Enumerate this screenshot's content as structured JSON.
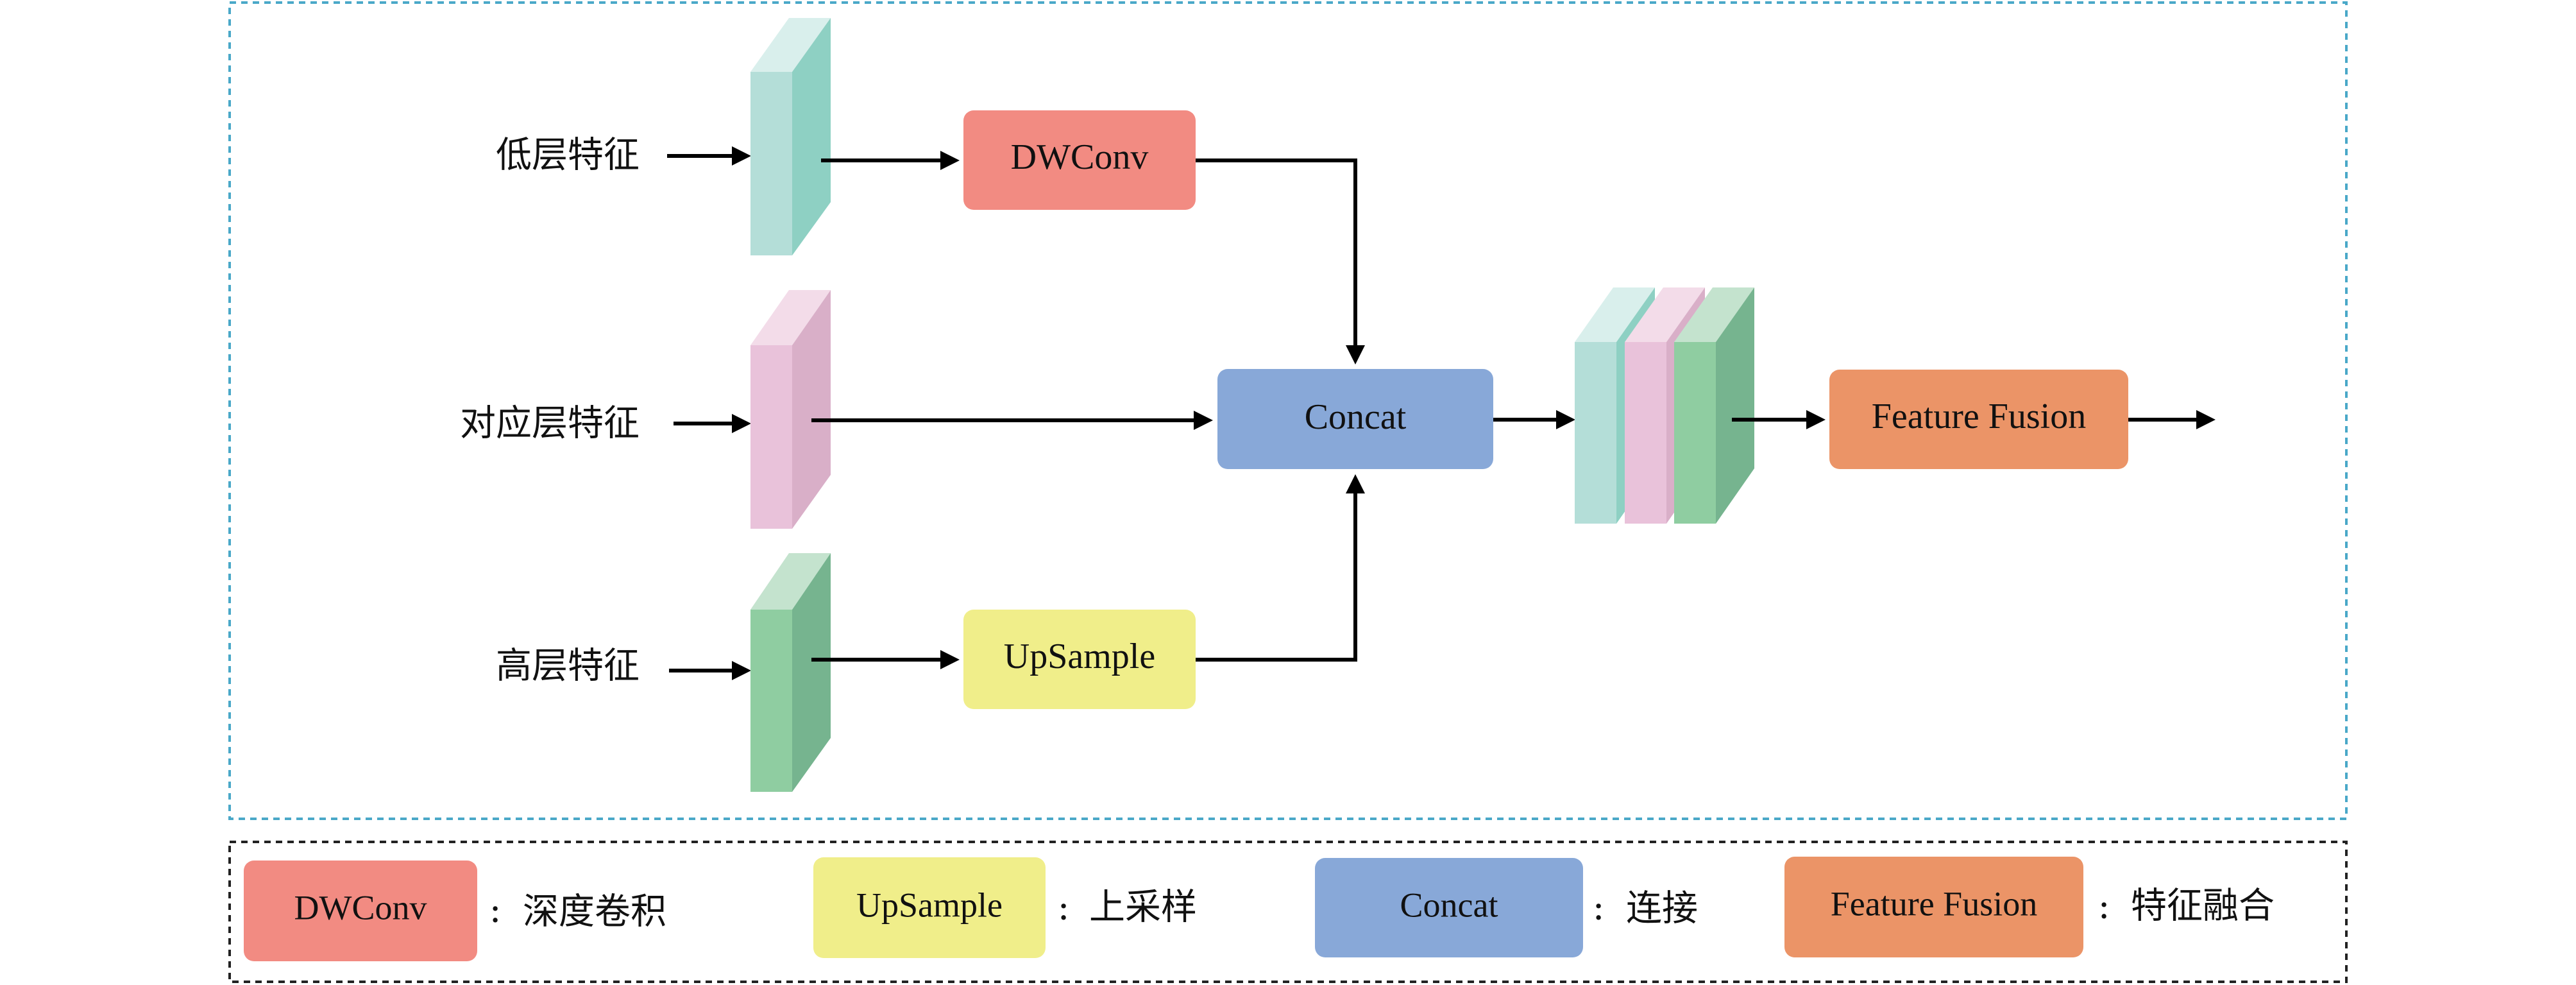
{
  "inputs": {
    "low": "低层特征",
    "corr": "对应层特征",
    "high": "高层特征"
  },
  "blocks": {
    "dwconv": "DWConv",
    "upsample": "UpSample",
    "concat": "Concat",
    "fusion": "Feature Fusion"
  },
  "legend": [
    {
      "box": "DWConv",
      "colon": ":",
      "desc": "深度卷积"
    },
    {
      "box": "UpSample",
      "colon": ":",
      "desc": "上采样"
    },
    {
      "box": "Concat",
      "colon": ":",
      "desc": "连接"
    },
    {
      "box": "Feature Fusion",
      "colon": ":",
      "desc": "特征融合"
    }
  ],
  "colors": {
    "dwconv": "#F28B82",
    "upsample": "#F0EE8A",
    "concat": "#88A8D8",
    "fusion": "#EB9467",
    "teal_front": "#B4DED8",
    "teal_side": "#8ED0C3",
    "teal_top": "#D9EFEC",
    "pink_front": "#E9C2DA",
    "pink_side": "#D9AFC8",
    "pink_top": "#F3DCE9",
    "green_front": "#8FCDA1",
    "green_side": "#76B48F",
    "green_top": "#C4E3CE",
    "main_border": "#4AA8C8",
    "legend_border": "#222222"
  }
}
